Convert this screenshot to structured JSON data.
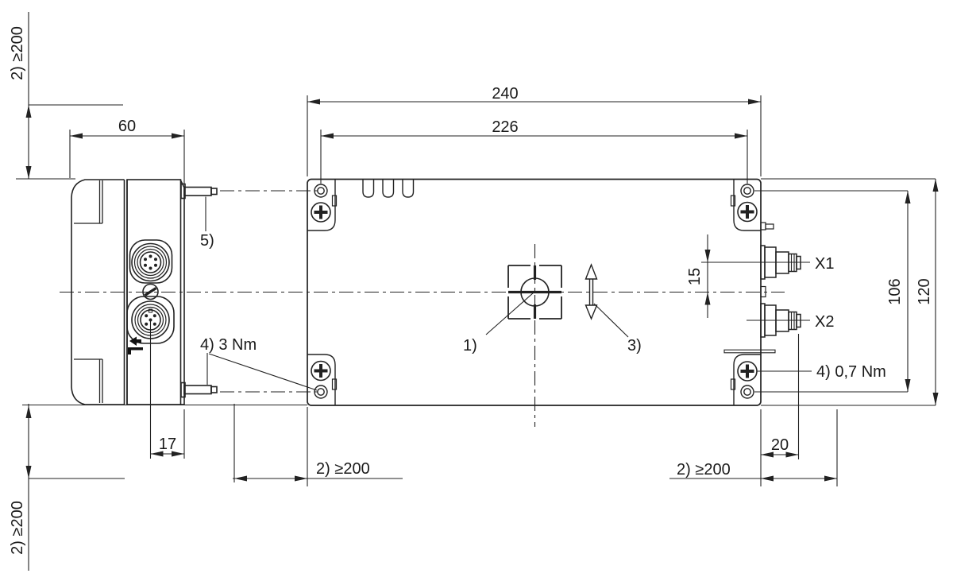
{
  "dimensions": {
    "total_width": "240",
    "mounting_hole_spacing": "226",
    "side_view_depth": "60",
    "total_height": "120",
    "mounting_hole_height": "106",
    "x1_center_offset": "15",
    "connector_protrusion": "20",
    "connector_depth": "17"
  },
  "clearances": {
    "top_left": "2)  ≥200",
    "bottom_left": "2)  ≥200",
    "bottom_center": "2)  ≥200",
    "bottom_right": "2)  ≥200"
  },
  "callouts": {
    "center_hole": "1)",
    "movement_arrow": "3)",
    "mounting_pin": "5)",
    "torque_side": "4)  3 Nm",
    "torque_main": "4)  0,7 Nm"
  },
  "connectors": {
    "x1": "X1",
    "x2": "X2"
  },
  "colors": {
    "background": "#ffffff",
    "line": "#222222",
    "text": "#1a1a1a"
  }
}
